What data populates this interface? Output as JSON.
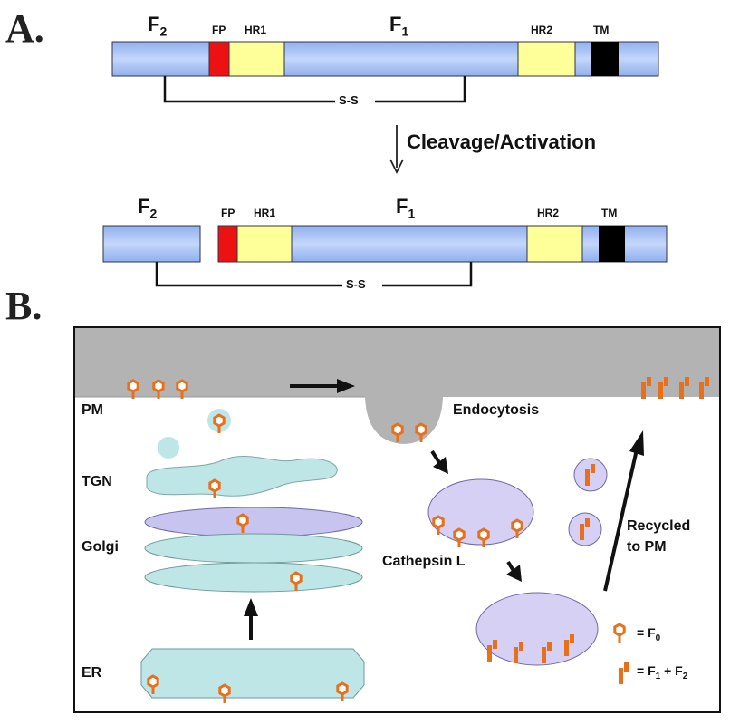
{
  "panel_a": {
    "letter": "A.",
    "top_bar": {
      "f2": "F",
      "f2_sub": "2",
      "f1": "F",
      "f1_sub": "1",
      "fp": "FP",
      "hr1": "HR1",
      "hr2": "HR2",
      "tm": "TM",
      "ss": "S-S"
    },
    "arrow_label": "Cleavage/Activation",
    "bottom_bar": {
      "f2": "F",
      "f2_sub": "2",
      "f1": "F",
      "f1_sub": "1",
      "fp": "FP",
      "hr1": "HR1",
      "hr2": "HR2",
      "tm": "TM",
      "ss": "S-S"
    }
  },
  "panel_b": {
    "letter": "B.",
    "labels": {
      "pm": "PM",
      "tgn": "TGN",
      "golgi": "Golgi",
      "er": "ER",
      "endocytosis": "Endocytosis",
      "cathepsin": "Cathepsin L",
      "recycled": "Recycled",
      "recycled2": "to PM"
    },
    "legend": {
      "f0_text": "= F",
      "f0_sub": "0",
      "f12_text": "= F",
      "f12_sub1": "1",
      "f12_plus": " + F",
      "f12_sub2": "2"
    }
  },
  "colors": {
    "bar_blue": "#a8c4f5",
    "fusion_peptide_red": "#ee1111",
    "heptad_yellow": "#ffff99",
    "tm_black": "#000000",
    "membrane_gray": "#b3b3b3",
    "golgi_teal": "#bfe6e6",
    "endosome_lavender": "#d6d0f5",
    "protein_orange": "#e8701a"
  }
}
